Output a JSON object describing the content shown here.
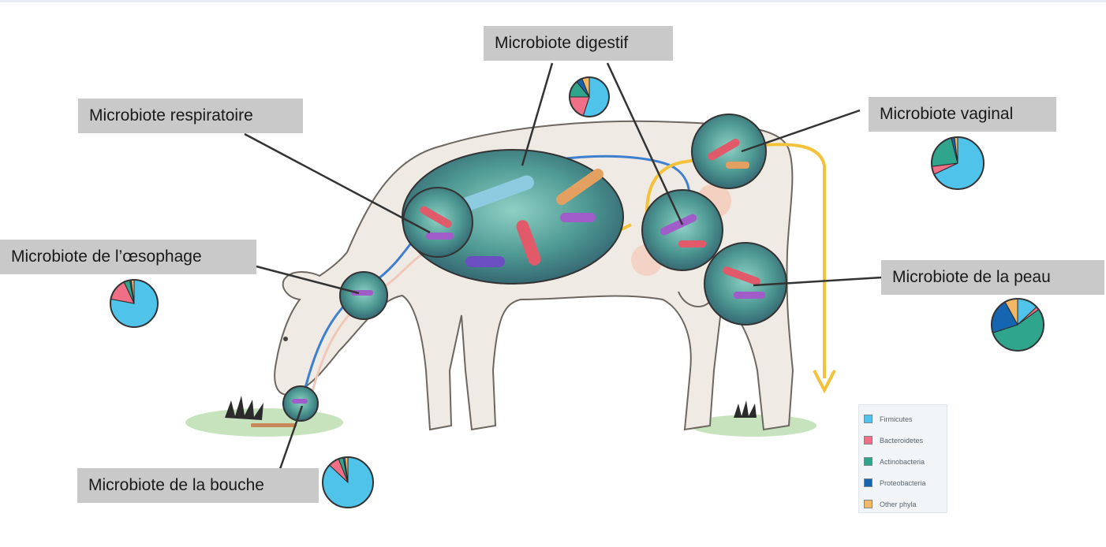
{
  "labels": {
    "digestif": "Microbiote digestif",
    "respiratoire": "Microbiote respiratoire",
    "vaginal": "Microbiote vaginal",
    "oesophage": "Microbiote de l’œsophage",
    "peau": "Microbiote de la peau",
    "bouche": "Microbiote de la bouche"
  },
  "legend": [
    {
      "name": "Firmicutes",
      "color": "#4fc3ea"
    },
    {
      "name": "Bacteroidetes",
      "color": "#ef6f86"
    },
    {
      "name": "Actinobacteria",
      "color": "#2fa58c"
    },
    {
      "name": "Proteobacteria",
      "color": "#1565b0"
    },
    {
      "name": "Other phyla",
      "color": "#f2b866"
    }
  ],
  "pies": {
    "digestif": {
      "Firmicutes": 55,
      "Bacteroidetes": 20,
      "Actinobacteria": 14,
      "Proteobacteria": 5,
      "Other phyla": 6
    },
    "vaginal": {
      "Firmicutes": 68,
      "Bacteroidetes": 5,
      "Actinobacteria": 23,
      "Proteobacteria": 2,
      "Other phyla": 2
    },
    "oesophage": {
      "Firmicutes": 78,
      "Bacteroidetes": 15,
      "Actinobacteria": 4,
      "Proteobacteria": 1,
      "Other phyla": 2
    },
    "peau": {
      "Firmicutes": 13,
      "Bacteroidetes": 2,
      "Actinobacteria": 55,
      "Proteobacteria": 22,
      "Other phyla": 8
    },
    "bouche": {
      "Firmicutes": 87,
      "Bacteroidetes": 7,
      "Actinobacteria": 3,
      "Proteobacteria": 1,
      "Other phyla": 2
    }
  }
}
